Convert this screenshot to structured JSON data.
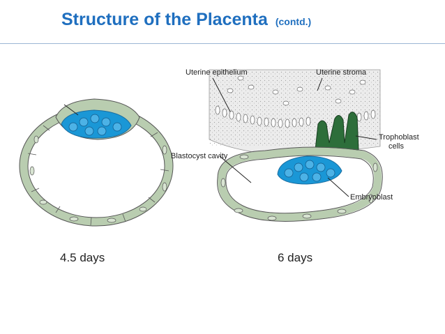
{
  "title": {
    "main": "Structure of the Placenta",
    "sub": "(contd.)"
  },
  "labels": {
    "uterine_epithelium": "Uterine epithelium",
    "uterine_stroma": "Uterine stroma",
    "trophoblast_line1": "Trophoblast",
    "trophoblast_line2": "cells",
    "blastocyst_cavity": "Blastocyst cavity",
    "embryoblast": "Embryoblast"
  },
  "captions": {
    "left": "4.5 days",
    "right": "6 days"
  },
  "colors": {
    "title": "#1f6fbf",
    "cell_mass": "#1a97d6",
    "trophoblast_wall": "#b9cdb0",
    "trophoblast_invading": "#2d6e3a",
    "stroma": "#ececec"
  }
}
